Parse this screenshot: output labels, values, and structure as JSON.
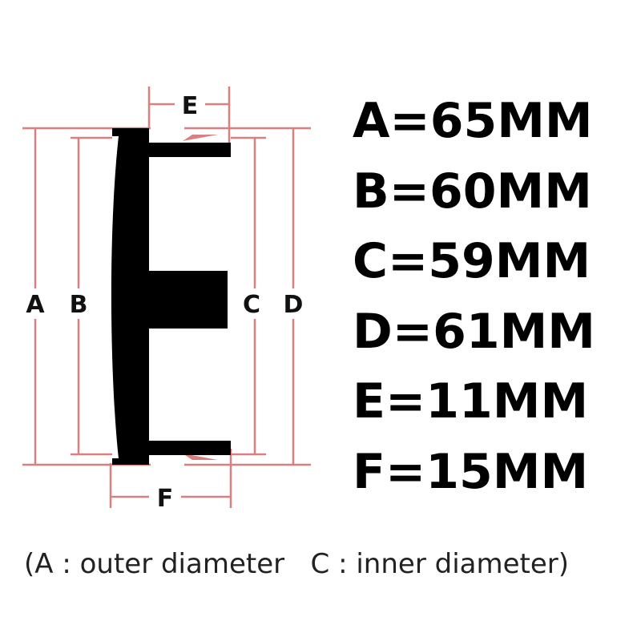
{
  "colors": {
    "dimension_line": "#d9807f",
    "part": "#000000",
    "text": "#000000",
    "note_text": "#222222"
  },
  "labels": {
    "a": "A",
    "b": "B",
    "c": "C",
    "d": "D",
    "e": "E",
    "f": "F"
  },
  "specs": [
    "A=65MM",
    "B=60MM",
    "C=59MM",
    "D=61MM",
    "E=11MM",
    "F=15MM"
  ],
  "note": {
    "outer": "(A : outer diameter",
    "inner": "C : inner diameter)"
  }
}
